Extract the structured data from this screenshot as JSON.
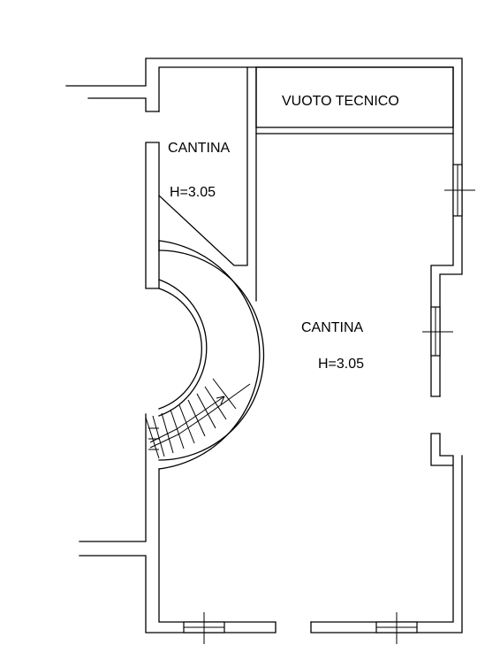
{
  "plan": {
    "rooms": [
      {
        "id": "vuoto-tecnico",
        "name": "VUOTO TECNICO",
        "height": ""
      },
      {
        "id": "cantina-small",
        "name": "CANTINA",
        "height": "H=3.05"
      },
      {
        "id": "cantina-main",
        "name": "CANTINA",
        "height": "H=3.05"
      }
    ]
  },
  "colors": {
    "line": "#000000",
    "background": "#ffffff"
  }
}
